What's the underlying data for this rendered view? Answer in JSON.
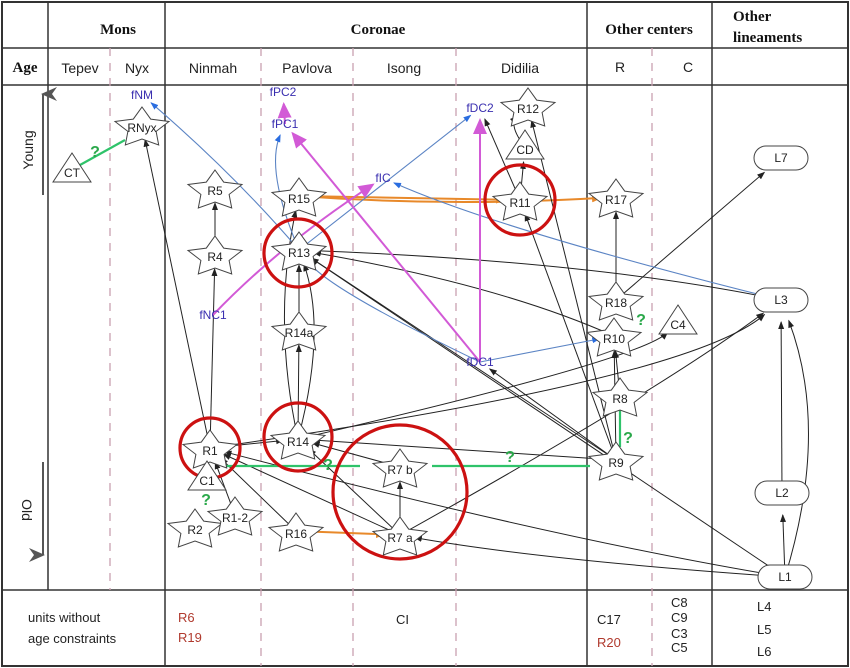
{
  "header": {
    "mons": "Mons",
    "coronae": "Coronae",
    "other_centers": "Other centers",
    "other_lineaments": [
      "Other",
      "lineaments"
    ]
  },
  "columns": {
    "age": "Age",
    "tepev": "Tepev",
    "nyx": "Nyx",
    "ninmah": "Ninmah",
    "pavlova": "Pavlova",
    "isong": "Isong",
    "didilia": "Didilia",
    "r": "R",
    "c": "C"
  },
  "age_axis": {
    "young": "Young",
    "old": "Old"
  },
  "nodes": {
    "CT": {
      "label": "CT",
      "shape": "triangle"
    },
    "RNyx": {
      "label": "RNyx",
      "shape": "star"
    },
    "fNM": {
      "label": "fNM",
      "shape": "text"
    },
    "R5": {
      "label": "R5",
      "shape": "star"
    },
    "R4": {
      "label": "R4",
      "shape": "star"
    },
    "fNC1": {
      "label": "fNC1",
      "shape": "text"
    },
    "fPC2": {
      "label": "fPC2",
      "shape": "text"
    },
    "fPC1": {
      "label": "fPC1",
      "shape": "text"
    },
    "R15": {
      "label": "R15",
      "shape": "star"
    },
    "R13": {
      "label": "R13",
      "shape": "star",
      "highlighted": true
    },
    "R14a": {
      "label": "R14a",
      "shape": "star"
    },
    "fIC": {
      "label": "fIC",
      "shape": "text"
    },
    "fDC2": {
      "label": "fDC2",
      "shape": "text"
    },
    "R12": {
      "label": "R12",
      "shape": "star"
    },
    "CD": {
      "label": "CD",
      "shape": "triangle"
    },
    "R11": {
      "label": "R11",
      "shape": "star",
      "highlighted": true
    },
    "fDC1": {
      "label": "fDC1",
      "shape": "text"
    },
    "R17": {
      "label": "R17",
      "shape": "star"
    },
    "R18": {
      "label": "R18",
      "shape": "star"
    },
    "R10": {
      "label": "R10",
      "shape": "star"
    },
    "C4": {
      "label": "C4",
      "shape": "triangle"
    },
    "R8": {
      "label": "R8",
      "shape": "star"
    },
    "R9": {
      "label": "R9",
      "shape": "star"
    },
    "L7": {
      "label": "L7",
      "shape": "pill"
    },
    "L3": {
      "label": "L3",
      "shape": "pill"
    },
    "L2": {
      "label": "L2",
      "shape": "pill"
    },
    "L1": {
      "label": "L1",
      "shape": "pill"
    },
    "R1": {
      "label": "R1",
      "shape": "star",
      "highlighted": true
    },
    "C1": {
      "label": "C1",
      "shape": "triangle"
    },
    "R2": {
      "label": "R2",
      "shape": "star"
    },
    "R1-2": {
      "label": "R1-2",
      "shape": "star"
    },
    "R14": {
      "label": "R14",
      "shape": "star",
      "highlighted": true
    },
    "R16": {
      "label": "R16",
      "shape": "star"
    },
    "R7b": {
      "label": "R7 b",
      "shape": "star"
    },
    "R7a": {
      "label": "R7 a",
      "shape": "star"
    }
  },
  "uncertain_marker": "?",
  "colors": {
    "relation": "#222222",
    "fracture": "#5b84c4",
    "magenta": "#d25ad6",
    "orange": "#e8892a",
    "uncertain": "#2fc36a",
    "highlight": "#cc1111"
  },
  "footer": {
    "label_line1": "units without",
    "label_line2": "age constraints",
    "ninmah": [
      "R6",
      "R19"
    ],
    "isong": [
      "CI"
    ],
    "r": [
      "C17",
      "R20"
    ],
    "c": [
      "C8",
      "C9",
      "C3",
      "C5"
    ],
    "lineaments": [
      "L4",
      "L5",
      "L6"
    ]
  }
}
